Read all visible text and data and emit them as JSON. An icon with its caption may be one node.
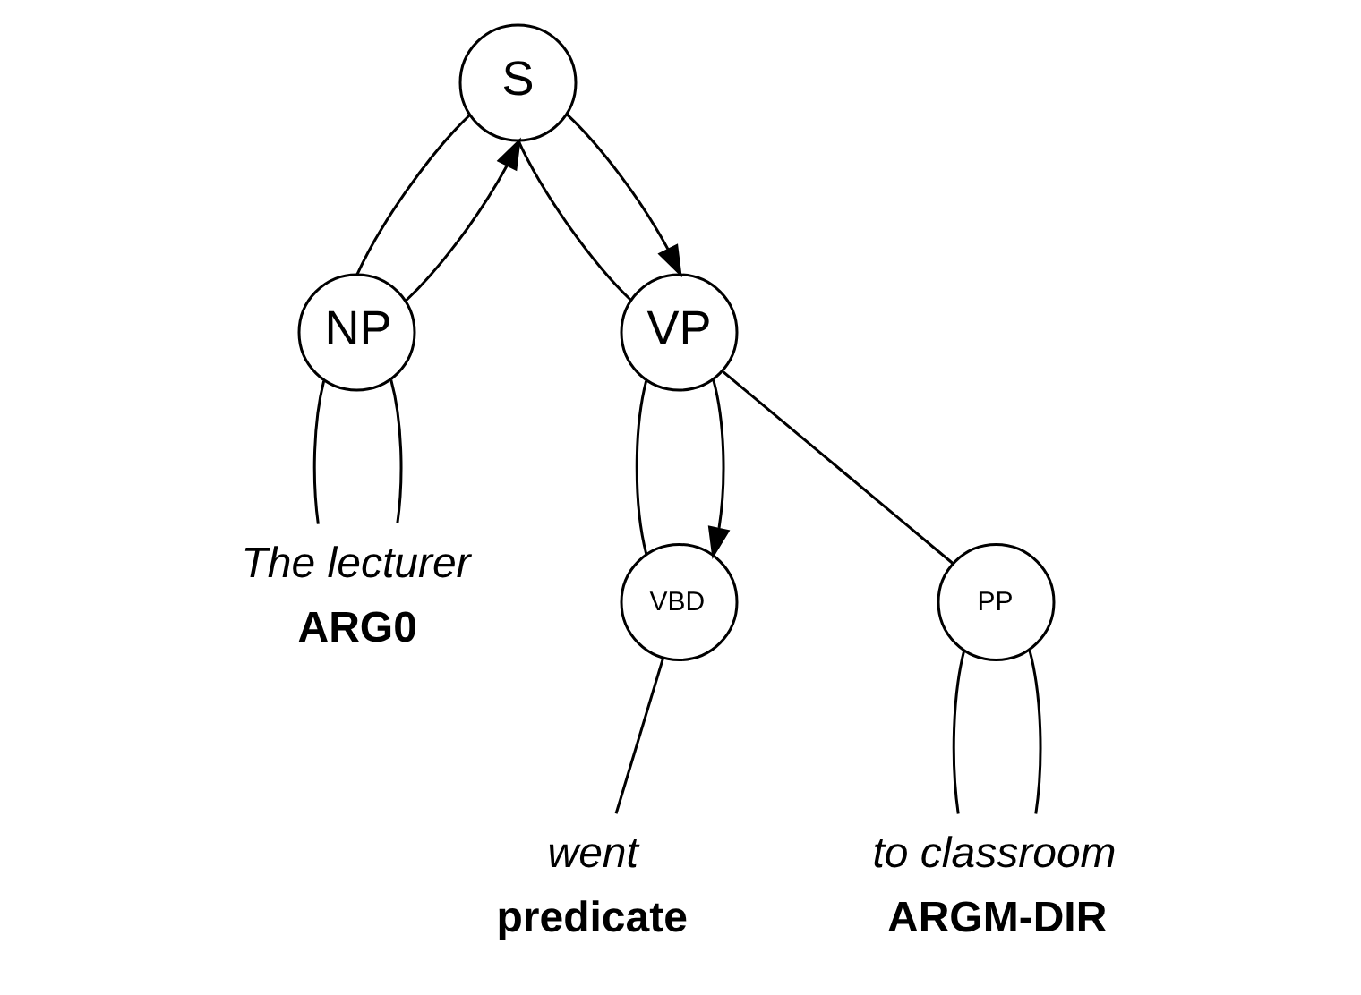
{
  "diagram": {
    "nodes": [
      {
        "text": [
          "S"
        ]
      },
      {
        "text": [
          "NP"
        ]
      },
      {
        "text": [
          "VP"
        ]
      },
      {
        "text": [
          "VBD"
        ]
      },
      {
        "text": [
          "PP"
        ]
      },
      {
        "text": [
          "The lecturer"
        ],
        "beside": [
          "ARG0"
        ]
      },
      {
        "text": [
          "went"
        ],
        "beside": [
          "predicate"
        ]
      },
      {
        "text": [
          "to classroom"
        ],
        "beside": [
          "ARGM-DIR"
        ]
      }
    ],
    "edges": [
      {
        "from": 0,
        "to": 1,
        "arrow": "none"
      },
      {
        "from": 0,
        "to": 2,
        "arrow": "none"
      },
      {
        "from": 1,
        "to": 0,
        "arrow": "to"
      },
      {
        "from": 0,
        "to": 2,
        "arrow": "to"
      },
      {
        "from": 2,
        "to": 3,
        "arrow": "none"
      },
      {
        "from": 2,
        "to": 4,
        "arrow": "none"
      },
      {
        "from": 2,
        "to": 3,
        "arrow": "to"
      },
      {
        "from": 1,
        "to": 5,
        "arrow": "none"
      },
      {
        "from": 1,
        "to": 5,
        "arrow": "none"
      },
      {
        "from": 3,
        "to": 6,
        "arrow": "none"
      },
      {
        "from": 4,
        "to": 7,
        "arrow": "none"
      },
      {
        "from": 4,
        "to": 7,
        "arrow": "none"
      }
    ]
  }
}
